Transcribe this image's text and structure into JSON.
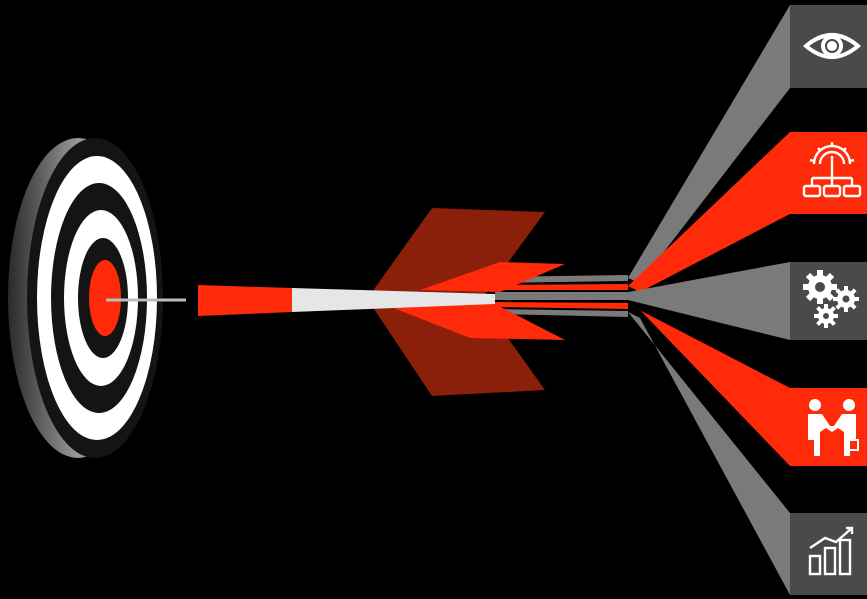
{
  "colors": {
    "background": "#000000",
    "accent_red": "#ff2a0a",
    "dark_red": "#8a1f0a",
    "gray": "#7a7a7a",
    "dark_gray": "#4a4a4a",
    "white": "#ffffff",
    "target_black": "#111111",
    "target_white": "#ffffff",
    "shaft_white": "#e6e6e6"
  },
  "icons": [
    {
      "name": "eye-icon",
      "style": "gray"
    },
    {
      "name": "workflow-gear-icon",
      "style": "red"
    },
    {
      "name": "gears-icon",
      "style": "gray"
    },
    {
      "name": "handshake-icon",
      "style": "red"
    },
    {
      "name": "growth-chart-icon",
      "style": "gray"
    }
  ]
}
